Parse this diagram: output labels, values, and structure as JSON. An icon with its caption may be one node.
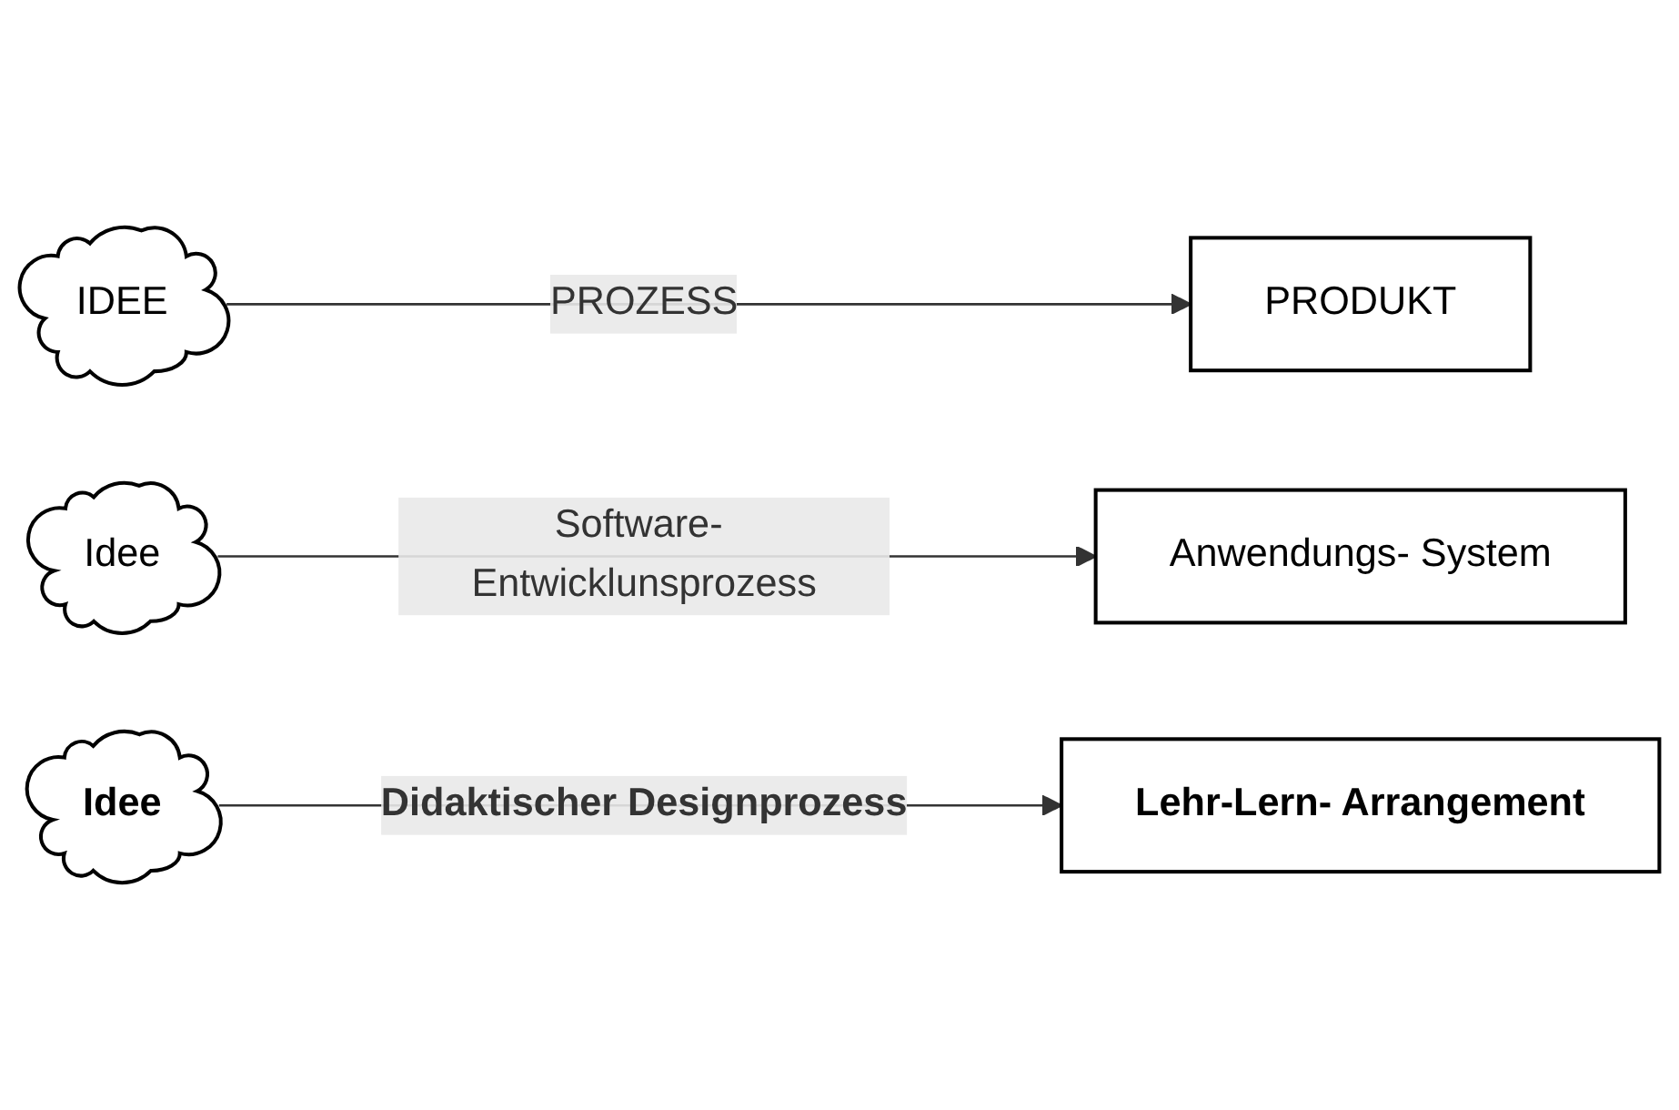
{
  "diagram": {
    "nodes": [
      {
        "text": [
          "IDEE"
        ]
      },
      {
        "text": [
          "PRODUKT"
        ]
      },
      {
        "text": [
          "Idee"
        ]
      },
      {
        "text": [
          "Anwendungs- System"
        ]
      },
      {
        "text": [
          "Idee"
        ]
      },
      {
        "text": [
          "Lehr-Lern- Arrangement"
        ]
      }
    ],
    "edges": [
      {
        "from": 0,
        "to": 1,
        "arrow": "to",
        "label": "PROZESS"
      },
      {
        "from": 2,
        "to": 3,
        "arrow": "to",
        "label": "Software- Entwicklunsprozess"
      },
      {
        "from": 4,
        "to": 5,
        "arrow": "to",
        "label": "Didaktischer Designprozess"
      }
    ]
  }
}
